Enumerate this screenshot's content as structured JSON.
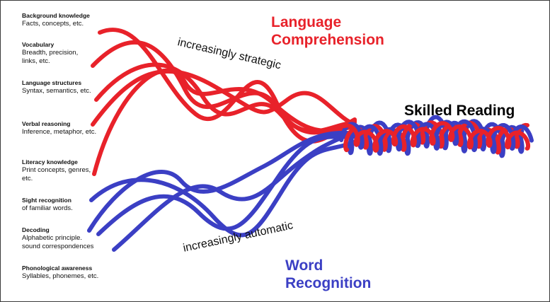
{
  "colors": {
    "language_strand": "#e8222a",
    "word_strand": "#3b3fc4",
    "text": "#111111"
  },
  "skills": [
    {
      "title": "Background knowledge",
      "desc": "Facts, concepts, etc."
    },
    {
      "title": "Vocabulary",
      "desc": "Breadth, precision, links, etc."
    },
    {
      "title": "Language structures",
      "desc": "Syntax, semantics, etc."
    },
    {
      "title": "Verbal reasoning",
      "desc": "Inference, metaphor, etc."
    },
    {
      "title": "Literacy knowledge",
      "desc": "Print concepts, genres, etc."
    },
    {
      "title": "Sight recognition",
      "desc": "of familiar words."
    },
    {
      "title": "Decoding",
      "desc": "Alphabetic principle. sound correspondences"
    },
    {
      "title": "Phonological awareness",
      "desc": "Syllables, phonemes, etc."
    }
  ],
  "headings": {
    "language_line1": "Language",
    "language_line2": "Comprehension",
    "word_line1": "Word",
    "word_line2": "Recognition",
    "skilled": "Skilled Reading"
  },
  "path_labels": {
    "strategic": "increasingly strategic",
    "automatic": "increasingly automatic"
  }
}
